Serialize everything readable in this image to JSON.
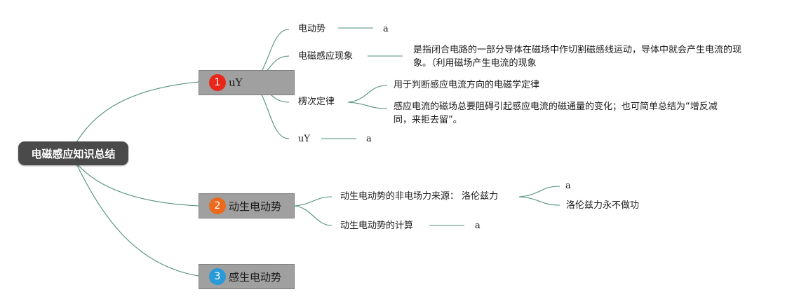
{
  "root": {
    "label": "电磁感应知识总结"
  },
  "branches": [
    {
      "number": "1",
      "badge_color": "#e8261a",
      "label": "uY",
      "children": [
        {
          "label": "电动势",
          "detail": "a"
        },
        {
          "label": "电磁感应现象",
          "detail": "是指闭合电路的一部分导体在磁场中作切割磁感线运动，导体中就会产生电流的现象。（利用磁场产生电流的现象"
        },
        {
          "label": "楞次定律",
          "details": [
            "用于判断感应电流方向的电磁学定律",
            "感应电流的磁场总要阻碍引起感应电流的磁通量的变化；也可简单总结为“增反减同，来拒去留”。"
          ]
        },
        {
          "label": "uY",
          "detail": "a"
        }
      ]
    },
    {
      "number": "2",
      "badge_color": "#ec6a1d",
      "label": "动生电动势",
      "children": [
        {
          "label": "动生电动势的非电场力来源： 洛伦兹力",
          "details": [
            "a",
            "洛伦兹力永不做功"
          ]
        },
        {
          "label": "动生电动势的计算",
          "detail": "a"
        }
      ]
    },
    {
      "number": "3",
      "badge_color": "#2a9ad8",
      "label": "感生电动势",
      "children": []
    }
  ],
  "colors": {
    "link": "#4f8f7d",
    "root_bg": "#4a4a4a",
    "branch_bg": "#a0a0a0"
  }
}
